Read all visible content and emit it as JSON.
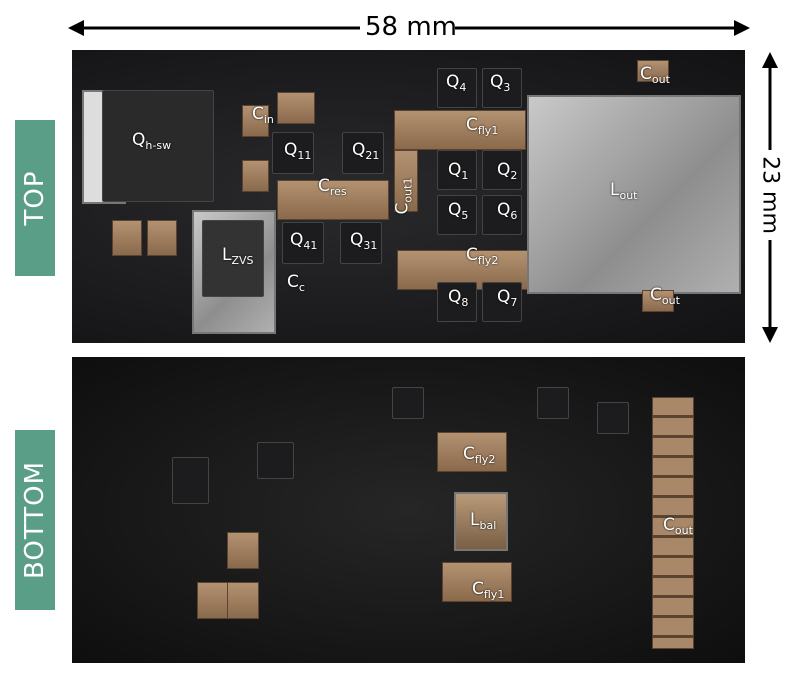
{
  "dimensions": {
    "width_label": "58  mm",
    "height_label": "23 mm"
  },
  "side_labels": {
    "top": "TOP",
    "bottom": "BOTTOM"
  },
  "top_labels": {
    "qhsw": [
      "Q",
      "h-sw"
    ],
    "cin": [
      "C",
      "in"
    ],
    "q11": [
      "Q",
      "11"
    ],
    "q21": [
      "Q",
      "21"
    ],
    "cres": [
      "C",
      "res"
    ],
    "cout1": [
      "C",
      "out1"
    ],
    "q41": [
      "Q",
      "41"
    ],
    "q31": [
      "Q",
      "31"
    ],
    "lzvs": [
      "L",
      "ZVS"
    ],
    "cc": [
      "C",
      "c"
    ],
    "q4": [
      "Q",
      "4"
    ],
    "q3": [
      "Q",
      "3"
    ],
    "cfly1": [
      "C",
      "fly1"
    ],
    "q1": [
      "Q",
      "1"
    ],
    "q2": [
      "Q",
      "2"
    ],
    "q5": [
      "Q",
      "5"
    ],
    "q6": [
      "Q",
      "6"
    ],
    "cfly2": [
      "C",
      "fly2"
    ],
    "q8": [
      "Q",
      "8"
    ],
    "q7": [
      "Q",
      "7"
    ],
    "lout": [
      "L",
      "out"
    ],
    "cout_a": [
      "C",
      "out"
    ],
    "cout_b": [
      "C",
      "out"
    ]
  },
  "bottom_labels": {
    "cfly2": [
      "C",
      "fly2"
    ],
    "lbal": [
      "L",
      "bal"
    ],
    "cfly1": [
      "C",
      "fly1"
    ],
    "cout": [
      "C",
      "out"
    ]
  },
  "colors": {
    "side_label_bg": "#5a9e87"
  }
}
